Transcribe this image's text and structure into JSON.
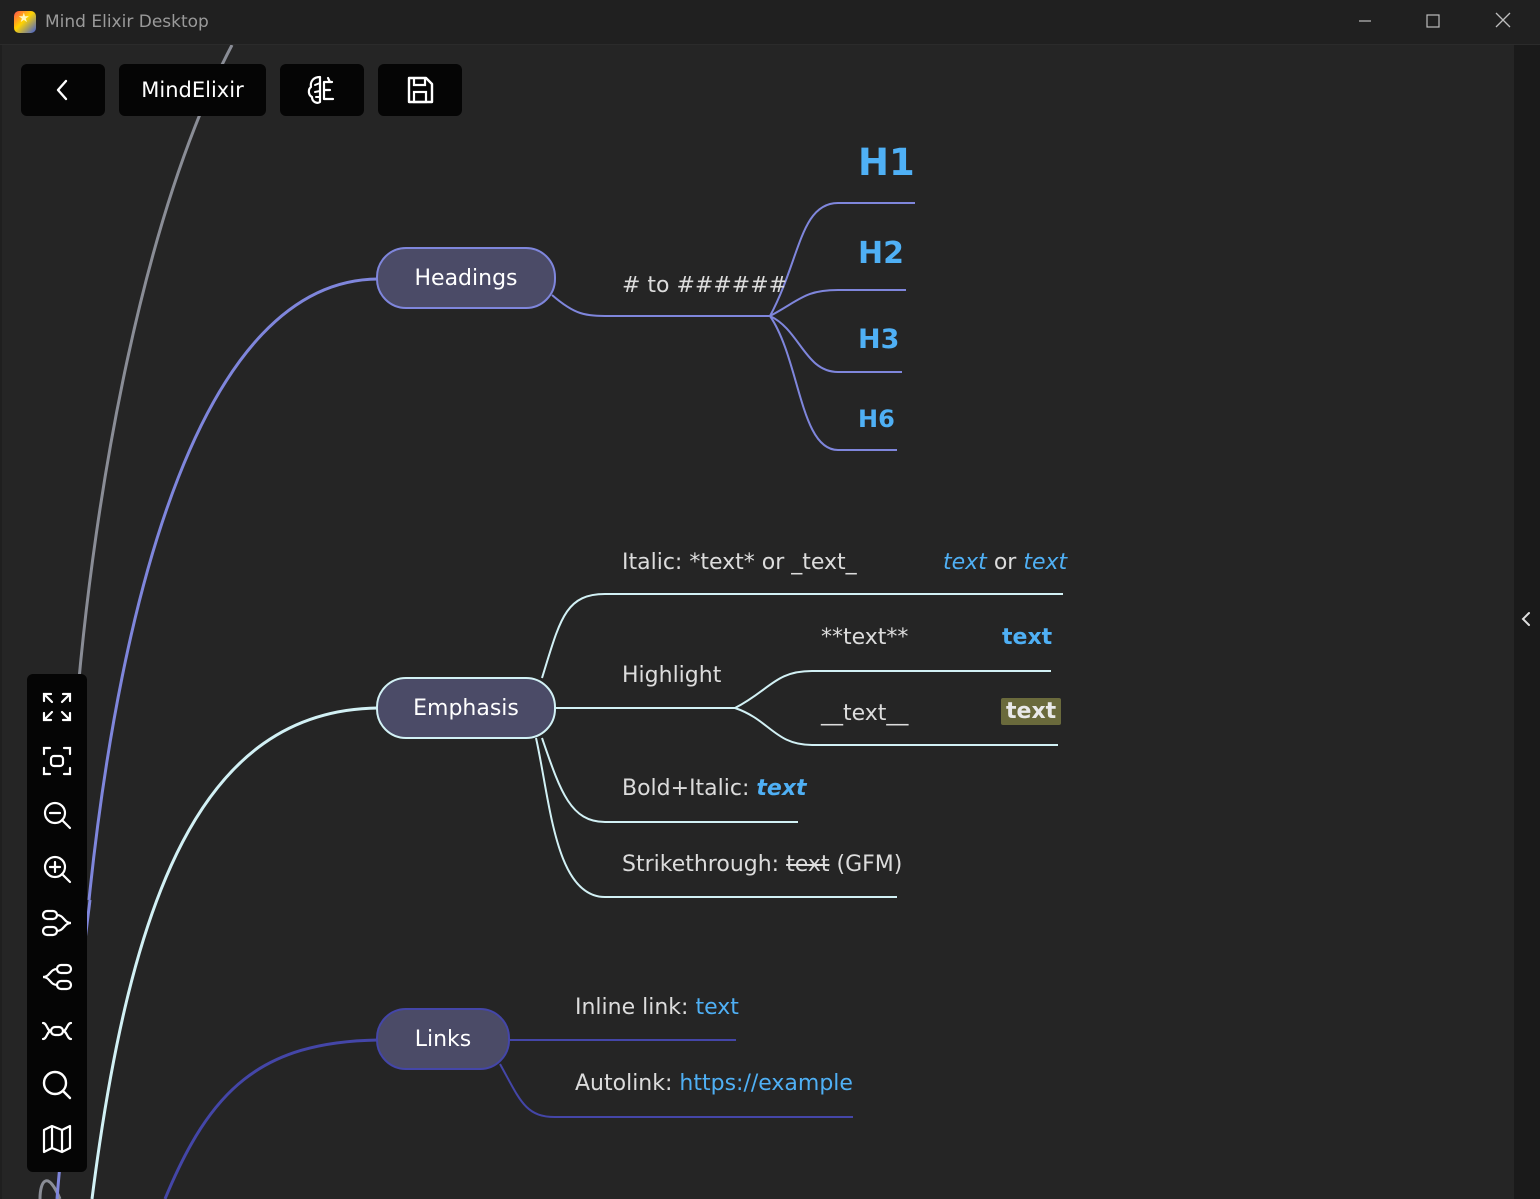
{
  "window": {
    "title": "Mind Elixir Desktop"
  },
  "topbar": {
    "back_label": "<",
    "map_name": "MindElixir"
  },
  "nodes": {
    "headings": {
      "label": "Headings",
      "rule": "# to ######",
      "levels": [
        "H1",
        "H2",
        "H3",
        "H6"
      ]
    },
    "emphasis": {
      "label": "Emphasis",
      "italic": {
        "prefix": "Italic: *text* or _text_",
        "sample1": "text",
        "or": "or",
        "sample2": "text"
      },
      "highlight": {
        "label": "Highlight",
        "bold_syntax": "**text**",
        "bold_sample": "text",
        "mark_syntax": "__text__",
        "mark_sample": "text"
      },
      "bold_italic": {
        "prefix": "Bold+Italic:",
        "sample": "text"
      },
      "strikethrough": {
        "prefix": "Strikethrough:",
        "sample": "text",
        "suffix": "(GFM)"
      }
    },
    "links": {
      "label": "Links",
      "inline": {
        "prefix": "Inline link:",
        "link": "text"
      },
      "autolink": {
        "prefix": "Autolink:",
        "link": "https://example"
      }
    }
  },
  "toolbar": [
    "fullscreen-icon",
    "center-icon",
    "zoom-out-icon",
    "zoom-in-icon",
    "layout-right-icon",
    "layout-left-icon",
    "layout-both-icon",
    "search-icon",
    "minimap-icon"
  ],
  "colors": {
    "headings_branch": "#7f86dc",
    "emphasis_branch": "#d2f1f5",
    "links_branch": "#4446a8",
    "link_text": "#4fb0f5",
    "node_fill": "#4b4b67"
  }
}
